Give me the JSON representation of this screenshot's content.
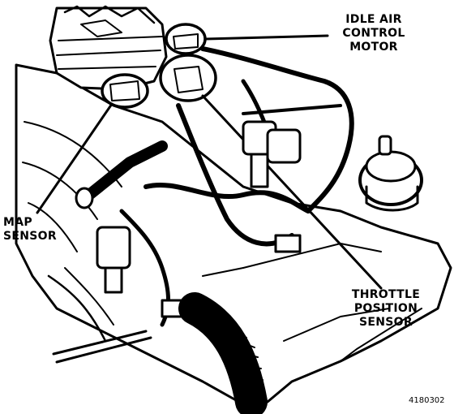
{
  "labels": {
    "idle_air_control_motor": [
      "IDLE AIR",
      "CONTROL",
      "MOTOR"
    ],
    "map_sensor": [
      "MAP",
      "SENSOR"
    ],
    "throttle_position_sensor": [
      "THROTTLE",
      "POSITION",
      "SENSOR"
    ]
  },
  "figure_number": "4180302"
}
